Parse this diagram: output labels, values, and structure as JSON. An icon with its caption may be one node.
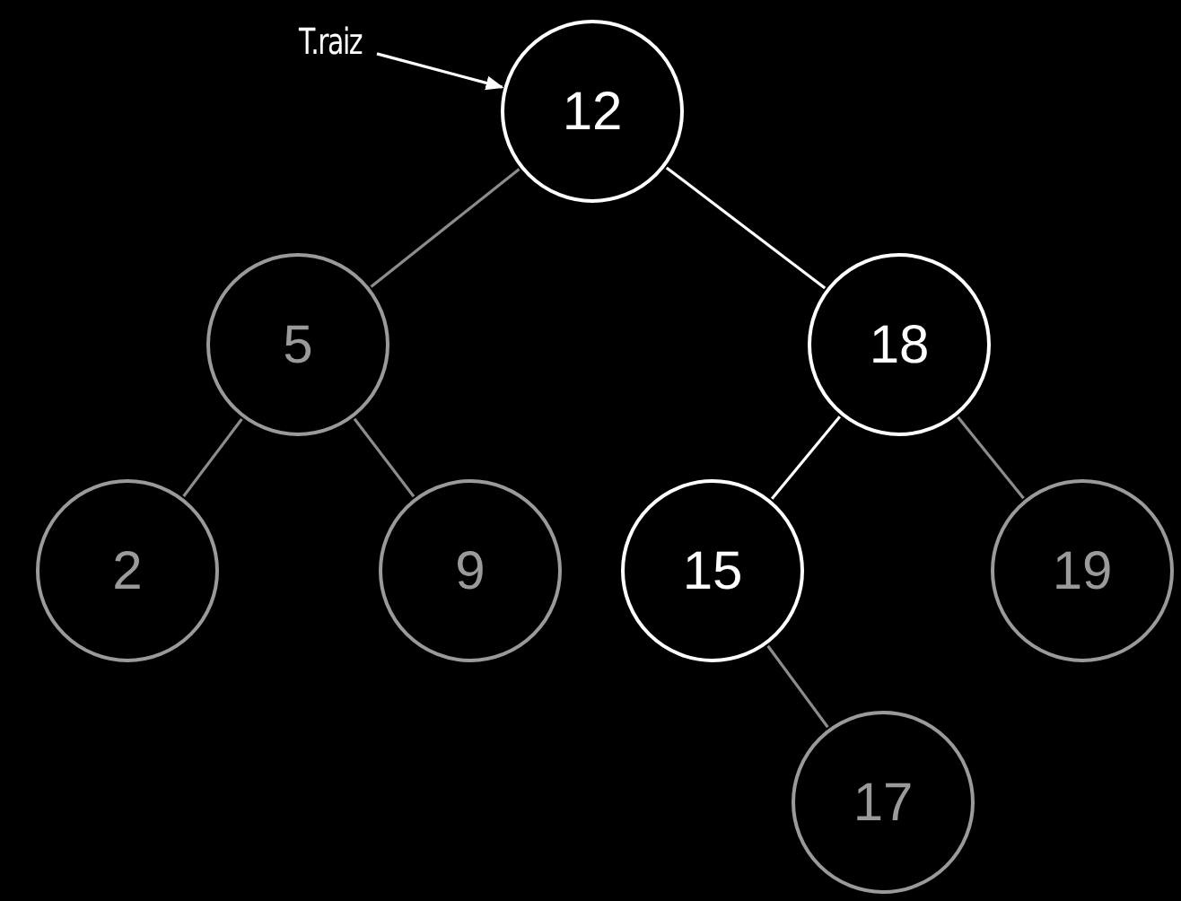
{
  "diagram": {
    "nodes": [
      {
        "text": [
          "T.raiz"
        ]
      },
      {
        "text": [
          "12"
        ]
      },
      {
        "text": [
          "5"
        ]
      },
      {
        "text": [
          "18"
        ]
      },
      {
        "text": [
          "2"
        ]
      },
      {
        "text": [
          "9"
        ]
      },
      {
        "text": [
          "15"
        ]
      },
      {
        "text": [
          "19"
        ]
      },
      {
        "text": [
          "17"
        ]
      }
    ],
    "edges": [
      {
        "from": 0,
        "to": 1,
        "arrow": "to",
        "color": "#ffffff"
      },
      {
        "from": 1,
        "to": 2,
        "arrow": "none"
      },
      {
        "from": 1,
        "to": 3,
        "arrow": "none",
        "color": "#ffffff"
      },
      {
        "from": 2,
        "to": 4,
        "arrow": "none"
      },
      {
        "from": 2,
        "to": 5,
        "arrow": "none"
      },
      {
        "from": 3,
        "to": 6,
        "arrow": "none",
        "color": "#ffffff"
      },
      {
        "from": 3,
        "to": 7,
        "arrow": "none"
      },
      {
        "from": 6,
        "to": 8,
        "arrow": "none"
      }
    ]
  }
}
